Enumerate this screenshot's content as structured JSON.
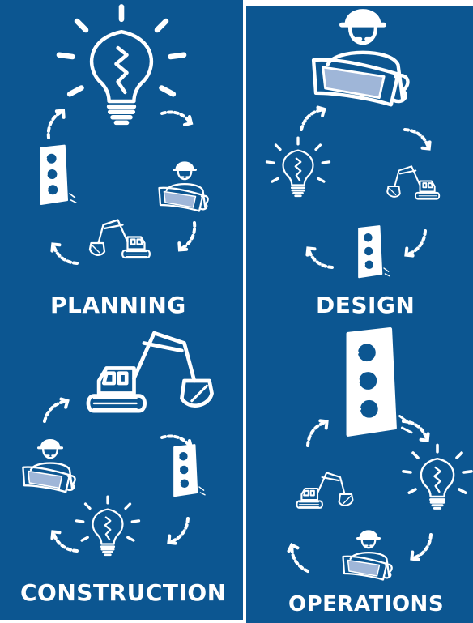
{
  "colors": {
    "panel": "#0c5691",
    "line_art": "#ffffff"
  },
  "icons": [
    "lightbulb-icon",
    "engineer-with-blueprint-icon",
    "excavator-icon",
    "traffic-light-icon",
    "cycle-arrow-icon"
  ],
  "phases": [
    {
      "label": "PLANNING",
      "featured_icon": "lightbulb-icon"
    },
    {
      "label": "DESIGN",
      "featured_icon": "engineer-with-blueprint-icon"
    },
    {
      "label": "CONSTRUCTION",
      "featured_icon": "excavator-icon"
    },
    {
      "label": "OPERATIONS",
      "featured_icon": "traffic-light-icon"
    }
  ]
}
